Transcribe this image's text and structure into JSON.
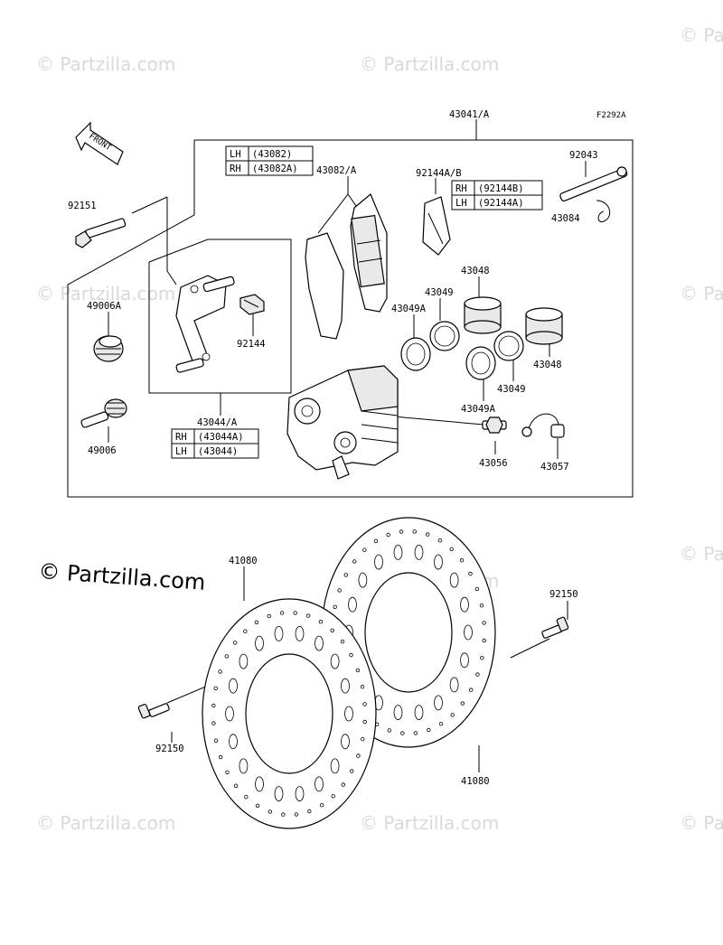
{
  "figure_code": "F2292A",
  "front_label": "FRONT",
  "watermark_text": "© Partzilla.com",
  "watermark_main": "© Partzilla.com",
  "parts": {
    "caliper_assy": "43041/A",
    "pad_shim": "92144A/B",
    "pin": "92043",
    "clip": "43084",
    "bolt_top": "92151",
    "pads": "43082/A",
    "boot": "49006A",
    "bracket_spring": "92144",
    "pin_boot": "49006",
    "bracket": "43044/A",
    "piston_1": "43048",
    "piston_2": "43048",
    "seal_1": "43049",
    "dust_seal_1": "43049A",
    "seal_2": "43049",
    "dust_seal_2": "43049A",
    "bleeder": "43056",
    "bleeder_cap": "43057",
    "disc_left": "41080",
    "disc_right": "41080",
    "disc_bolt_right": "92150",
    "disc_bolt_left": "92150"
  },
  "tables": {
    "pads": [
      {
        "side": "LH",
        "code": "(43082)"
      },
      {
        "side": "RH",
        "code": "(43082A)"
      }
    ],
    "shim": [
      {
        "side": "RH",
        "code": "(92144B)"
      },
      {
        "side": "LH",
        "code": "(92144A)"
      }
    ],
    "bracket": [
      {
        "side": "RH",
        "code": "(43044A)"
      },
      {
        "side": "LH",
        "code": "(43044)"
      }
    ]
  }
}
